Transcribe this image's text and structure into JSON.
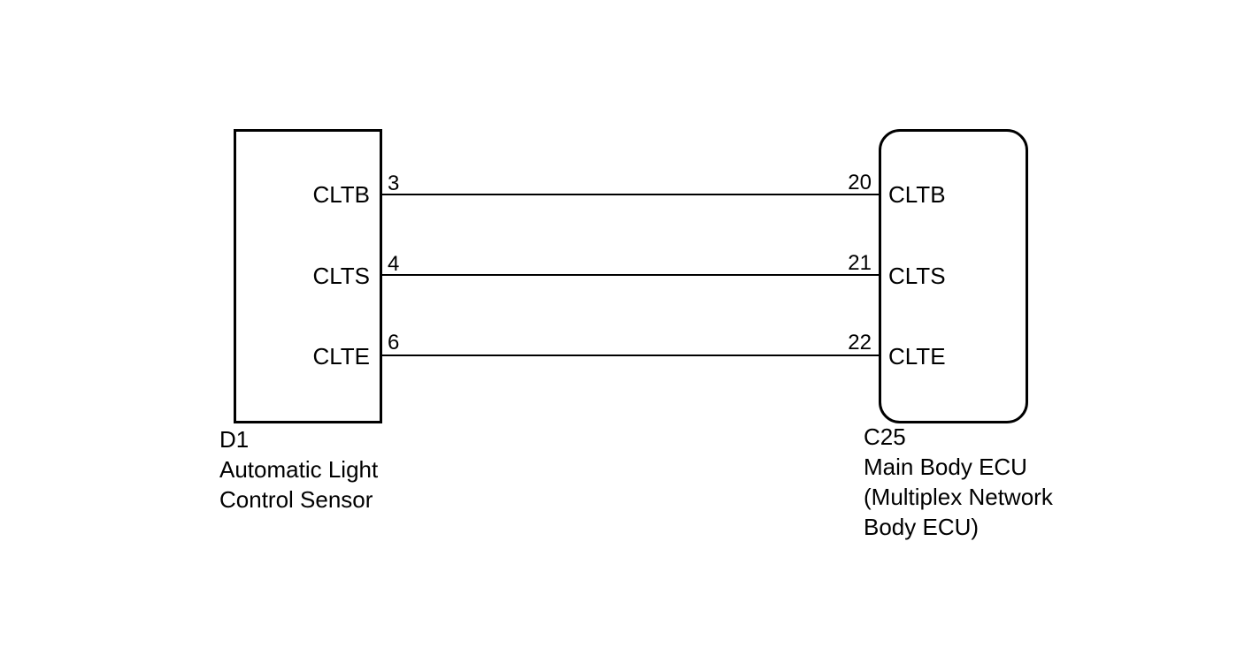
{
  "left_component": {
    "code": "D1",
    "name_line1": "Automatic Light",
    "name_line2": "Control Sensor",
    "pins": [
      {
        "name": "CLTB",
        "number": "3"
      },
      {
        "name": "CLTS",
        "number": "4"
      },
      {
        "name": "CLTE",
        "number": "6"
      }
    ]
  },
  "right_component": {
    "code": "C25",
    "name_line1": "Main Body ECU",
    "name_line2": "(Multiplex Network",
    "name_line3": "Body ECU)",
    "pins": [
      {
        "name": "CLTB",
        "number": "20"
      },
      {
        "name": "CLTS",
        "number": "21"
      },
      {
        "name": "CLTE",
        "number": "22"
      }
    ]
  }
}
